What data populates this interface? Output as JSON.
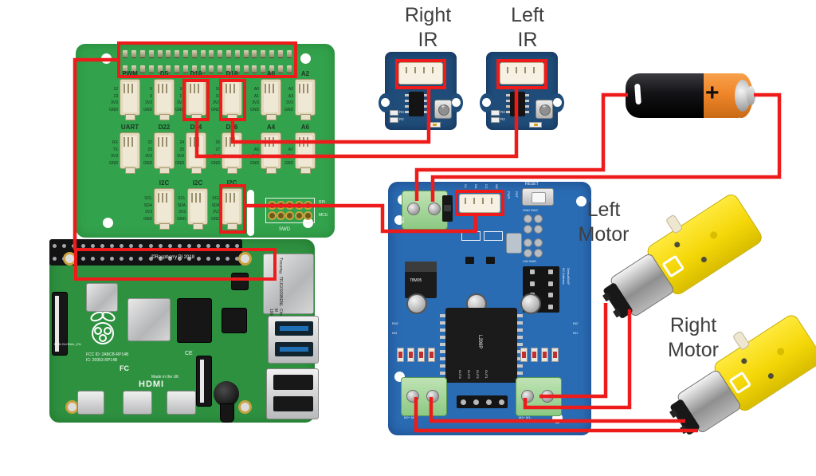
{
  "annotations": {
    "right_ir": [
      "Right",
      "IR"
    ],
    "left_ir": [
      "Left",
      "IR"
    ],
    "left_motor": [
      "Left",
      "Motor"
    ],
    "right_motor": [
      "Right",
      "Motor"
    ]
  },
  "hat": {
    "rows": [
      {
        "ports": [
          {
            "name": "PWM",
            "pins": [
              "12",
              "13",
              "3V3",
              "GND"
            ],
            "highlighted": false
          },
          {
            "name": "D5",
            "pins": [
              "5",
              "6",
              "3V3",
              "GND"
            ],
            "highlighted": false
          },
          {
            "name": "D16",
            "pins": [
              "16",
              "17",
              "3V3",
              "GND"
            ],
            "highlighted": true
          },
          {
            "name": "D18",
            "pins": [
              "18",
              "19",
              "3V3",
              "GND"
            ],
            "highlighted": true
          },
          {
            "name": "A0",
            "pins": [
              "A0",
              "A1",
              "3V3",
              "GND"
            ],
            "highlighted": false
          },
          {
            "name": "A2",
            "pins": [
              "A2",
              "A3",
              "3V3",
              "GND"
            ],
            "highlighted": false
          }
        ]
      },
      {
        "ports": [
          {
            "name": "UART",
            "pins": [
              "RX",
              "TX",
              "3V3",
              "GND"
            ],
            "highlighted": false
          },
          {
            "name": "D22",
            "pins": [
              "22",
              "23",
              "3V3",
              "GND"
            ],
            "highlighted": false
          },
          {
            "name": "D24",
            "pins": [
              "24",
              "25",
              "3V3",
              "GND"
            ],
            "highlighted": false
          },
          {
            "name": "D26",
            "pins": [
              "26",
              "27",
              "3V3",
              "GND"
            ],
            "highlighted": false
          },
          {
            "name": "A4",
            "pins": [
              "A4",
              "A5",
              "3V3",
              "GND"
            ],
            "highlighted": false
          },
          {
            "name": "A6",
            "pins": [
              "A6",
              "A7",
              "3V3",
              "GND"
            ],
            "highlighted": false
          }
        ]
      },
      {
        "ports": [
          {
            "name": "I2C",
            "pins": [
              "SCL",
              "SDA",
              "3V3",
              "GND"
            ],
            "highlighted": false
          },
          {
            "name": "I2C",
            "pins": [
              "SCL",
              "SDA",
              "3V3",
              "GND"
            ],
            "highlighted": false
          },
          {
            "name": "I2C",
            "pins": [
              "SCL",
              "SDA",
              "3V3",
              "GND"
            ],
            "highlighted": true
          }
        ]
      }
    ],
    "swd": {
      "label": "SWD",
      "rpi": "RPi",
      "mcu": "MCU"
    }
  },
  "pi": {
    "copyright": "©Raspberry Pi 2018",
    "fcc1": "FCC ID: 2ABCB-RP14B",
    "fcc2": "IC: 20953-RP14B",
    "fc": "FC",
    "ce": "CE",
    "made_in": "Made in the UK",
    "hdmi": "HDMI",
    "run": "RUN GLOBAL_EN",
    "eth": [
      "Trxcom®",
      "TRJG0926BENL",
      "China M 1904"
    ]
  },
  "driver": {
    "reset": "RESET",
    "vin": "VIN",
    "pwr": "PWR",
    "rst": "RST",
    "gnd_swc": "GND SWC",
    "vin_swd": "VIN SWD",
    "i2c_addr1": "IIC Address",
    "i2c_addr2": "Default0x0F",
    "reg": "78M05",
    "ic": "L298P",
    "grove_pins": [
      "CL",
      "DA",
      "CC",
      "ND"
    ],
    "out": [
      "OUT4",
      "OUT3",
      "OUT2",
      "OUT1"
    ],
    "m1": "M1+  M1-",
    "m2": "M2+  M2-",
    "en_left": [
      "EN2",
      "IN4"
    ],
    "en_right": [
      "IN2",
      "IN1"
    ]
  },
  "ir_sensor": {
    "r3": "R3",
    "r2": "R2"
  },
  "battery": {
    "plus": "+"
  },
  "colors": {
    "wire_red": "#ee1b1b",
    "hat_green": "#33a24c",
    "pi_green": "#2e9140",
    "driver_blue": "#2a6cb3",
    "ir_blue": "#1f4c78",
    "motor_yellow": "#f4d708",
    "battery_orange": "#f0862a"
  },
  "connections": [
    {
      "from": "Grove Base HAT 40-pin header",
      "to": "Raspberry Pi GPIO header"
    },
    {
      "from": "HAT port D18",
      "to": "Right IR sensor Grove connector"
    },
    {
      "from": "HAT port D16",
      "to": "Left IR sensor Grove connector"
    },
    {
      "from": "HAT I2C port",
      "to": "Motor driver Grove I2C connector"
    },
    {
      "from": "Battery negative terminal",
      "to": "Motor driver VIN screw terminal"
    },
    {
      "from": "Battery positive terminal",
      "to": "Motor driver VIN screw terminal"
    },
    {
      "from": "Motor driver M1 screw terminal",
      "to": "Left Motor"
    },
    {
      "from": "Motor driver M2 screw terminal",
      "to": "Right Motor"
    }
  ]
}
